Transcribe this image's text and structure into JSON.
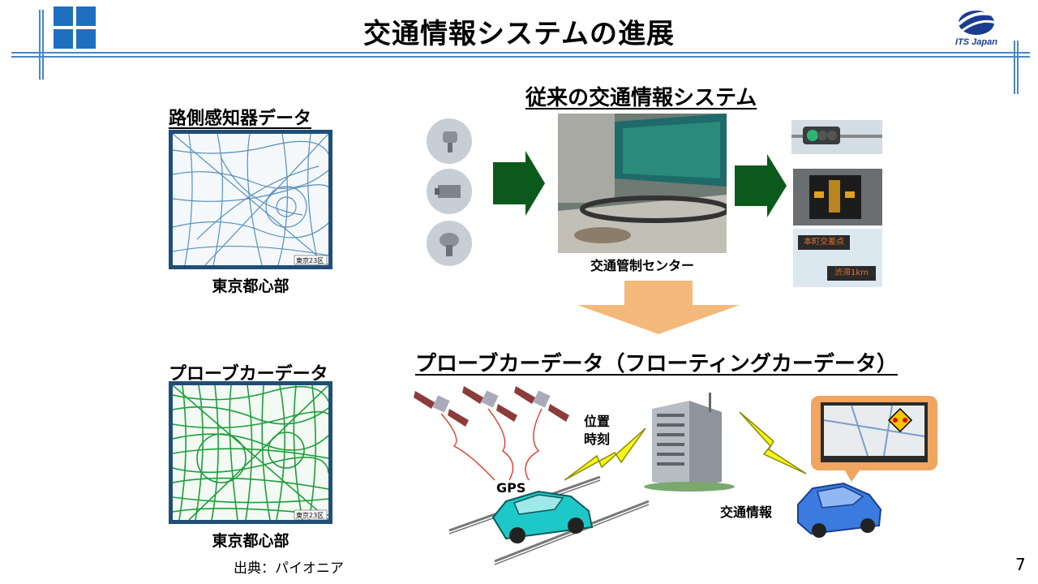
{
  "header": {
    "title": "交通情報システムの進展",
    "logo_text": "ITS Japan"
  },
  "left": {
    "sensor_heading": "路側感知器データ",
    "sensor_map_tag": "東京23区",
    "sensor_caption": "東京都心部",
    "probe_heading": "プローブカーデータ",
    "probe_map_tag": "東京23区",
    "probe_caption": "東京都心部",
    "source": "出典：パイオニア"
  },
  "conventional": {
    "heading": "従来の交通情報システム",
    "center_caption": "交通管制センター",
    "sign_text_1": "本町交差点",
    "sign_text_2": "渋滞1km"
  },
  "probe": {
    "heading": "プローブカーデータ（フローティングカーデータ）",
    "gps_label": "GPS",
    "position_label": "位置",
    "time_label": "時刻",
    "info_label": "交通情報"
  },
  "page_number": "7",
  "colors": {
    "accent_blue": "#4a86c8",
    "arrow_green": "#0b5a1c",
    "arrow_orange": "#f4b97a",
    "probe_green": "#1e9e3a",
    "sensor_blue": "#3b7fb0"
  }
}
